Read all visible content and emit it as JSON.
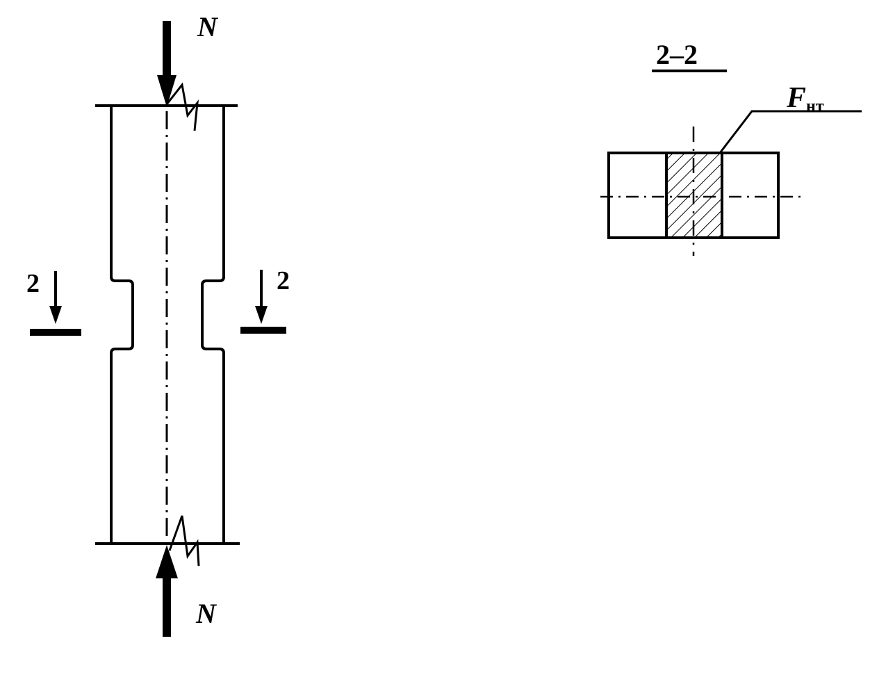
{
  "labels": {
    "force_top": "N",
    "force_bottom": "N",
    "section_mark_left": "2",
    "section_mark_right": "2",
    "section_title": "2–2",
    "area_symbol": "F",
    "area_subscript": "нт"
  },
  "colors": {
    "ink": "#000000",
    "background": "#ffffff"
  }
}
